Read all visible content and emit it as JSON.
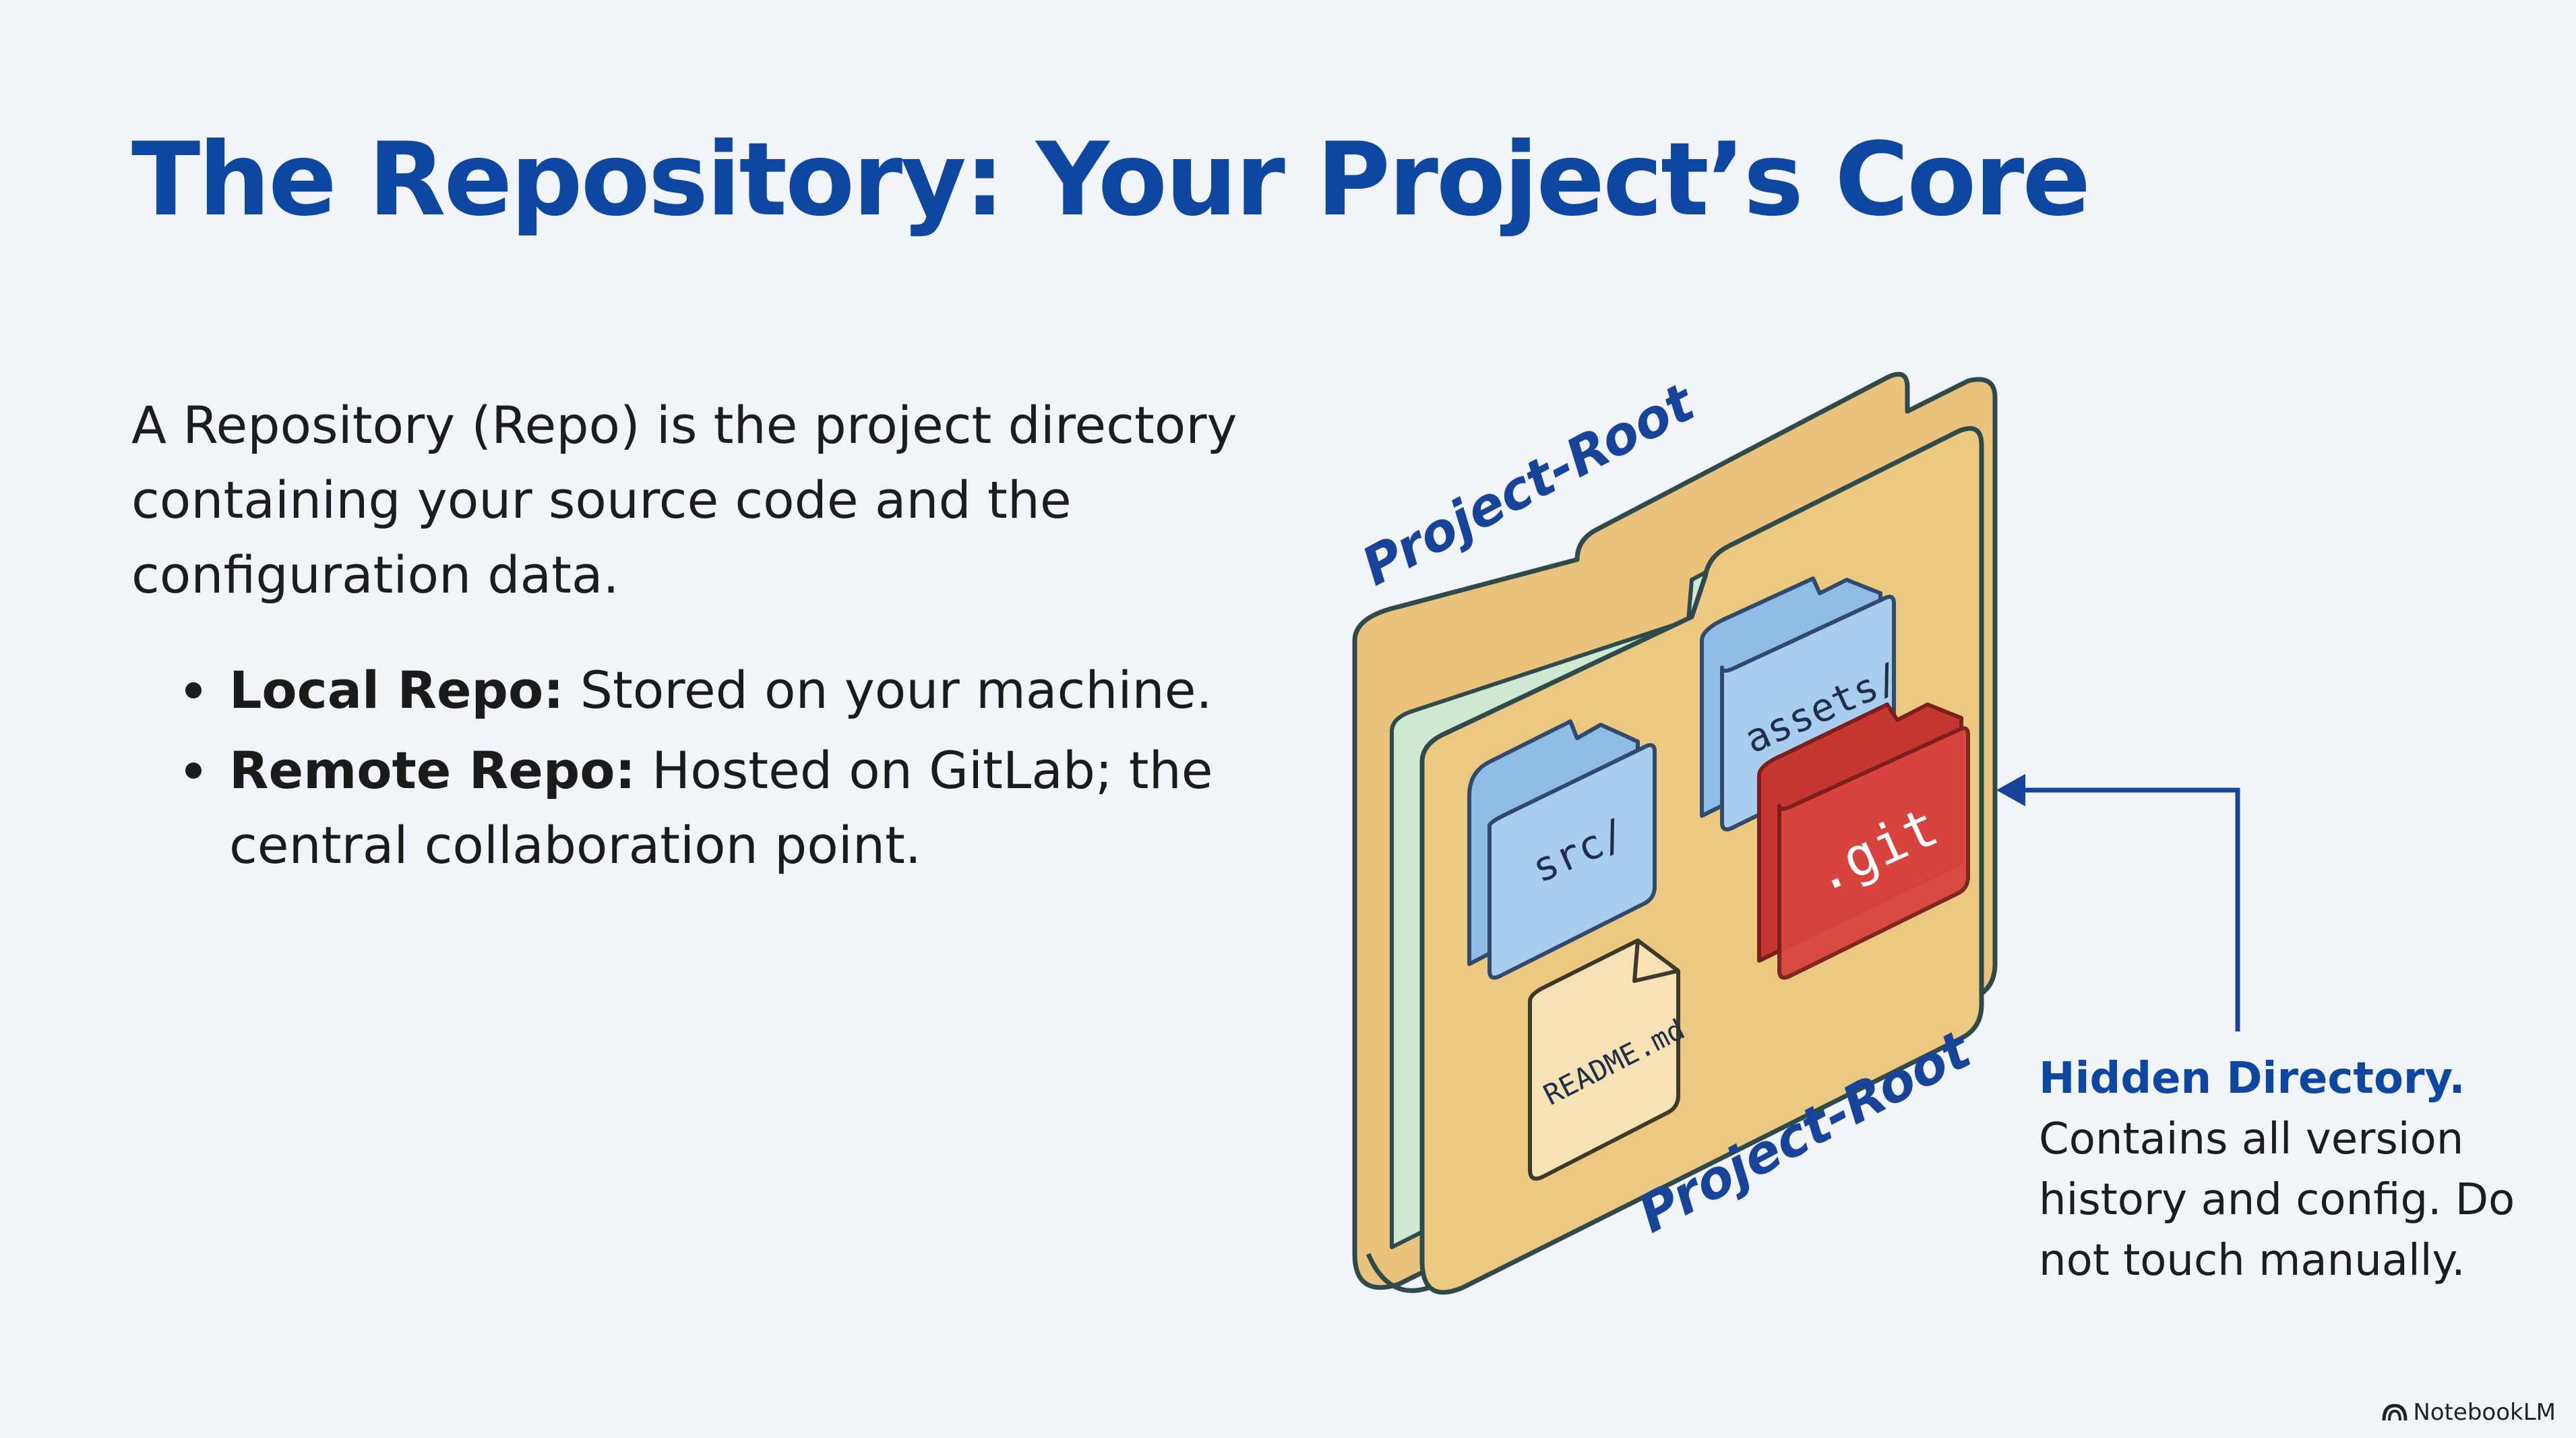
{
  "slide": {
    "title": "The Repository: Your Project’s Core",
    "intro": [
      "A Repository (Repo) is the project directory",
      "containing your source code and the",
      "configuration data."
    ],
    "bullets": [
      {
        "term": "Local Repo:",
        "text": " Stored on your machine."
      },
      {
        "term": "Remote Repo:",
        "text": " Hosted on GitLab; the",
        "text2": "central collaboration point."
      }
    ]
  },
  "diagram": {
    "root_label_top": "Project-Root",
    "root_label_bottom": "Project-Root",
    "folders": {
      "src": "src/",
      "assets": "assets/",
      "git": ".git"
    },
    "file": "README.md",
    "colors": {
      "outer_folder": "#e9c27c",
      "inner_sheet": "#cfe8d2",
      "blue_folder": "#a8cdee",
      "git_folder": "#d9443f",
      "file": "#f6e2b4",
      "accent": "#0d47a1"
    }
  },
  "callout": {
    "heading": "Hidden Directory.",
    "lines": [
      "Contains all version",
      "history and config. Do",
      "not touch manually."
    ]
  },
  "watermark": {
    "text": "NotebookLM",
    "icon": "notebooklm-logo-icon"
  }
}
